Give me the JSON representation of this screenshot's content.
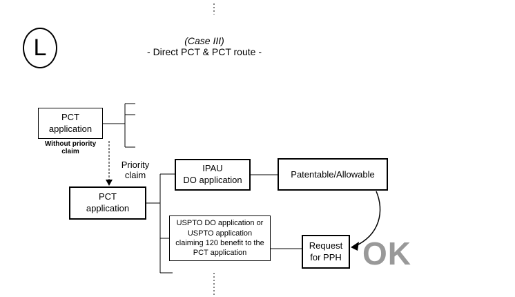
{
  "marker": {
    "letter": "L"
  },
  "title": {
    "case": "(Case III)",
    "route": "- Direct PCT & PCT route -"
  },
  "boxes": {
    "pct_first": "PCT\napplication",
    "pct_first_note": "Without priority claim",
    "pct_second": "PCT\napplication",
    "ipau": "IPAU\nDO application",
    "patentable": "Patentable/Allowable",
    "uspto": "USPTO DO application or\nUSPTO application\nclaiming 120 benefit to the\nPCT application",
    "pph": "Request\nfor PPH"
  },
  "labels": {
    "priority_claim": "Priority\nclaim",
    "ok": "OK"
  },
  "colors": {
    "line": "#000000",
    "ok_gray": "#999999"
  }
}
